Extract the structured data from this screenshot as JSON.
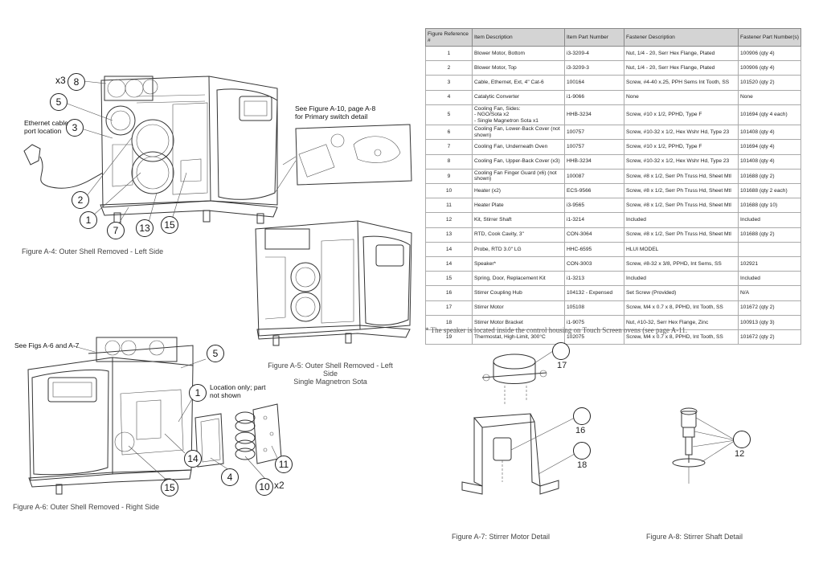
{
  "figures": {
    "a4": {
      "caption": "Figure A-4: Outer Shell Removed - Left Side",
      "callouts": [
        "8",
        "5",
        "3",
        "2",
        "1",
        "7",
        "13",
        "15"
      ],
      "x3": "x3",
      "ethernet_label": "Ethernet cable port location",
      "see_label": "See Figure A-10, page A-8 for Primary switch detail"
    },
    "a5": {
      "caption_line1": "Figure A-5: Outer Shell Removed - Left Side",
      "caption_line2": "Single Magnetron Sota"
    },
    "a6": {
      "caption": "Figure A-6: Outer Shell Removed - Right Side",
      "see_label": "See Figs A-6 and A-7",
      "location_label": "Location only; part not shown",
      "callouts": [
        "5",
        "1",
        "14",
        "15",
        "4",
        "10",
        "11"
      ],
      "x2": "x2"
    },
    "a7": {
      "caption": "Figure A-7: Stirrer Motor Detail",
      "callouts": [
        "17",
        "16",
        "18"
      ]
    },
    "a8": {
      "caption": "Figure A-8: Stirrer Shaft Detail",
      "callouts": [
        "12"
      ]
    }
  },
  "table": {
    "headers": [
      "Figure Reference #",
      "Item Description",
      "Item Part Number",
      "Fastener Description",
      "Fastener Part Number(s)"
    ],
    "rows": [
      [
        "1",
        "Blower Motor, Bottom",
        "i3-3209-4",
        "Nut, 1/4 - 20, Serr Hex Flange, Plated",
        "100906 (qty 4)"
      ],
      [
        "2",
        "Blower Motor, Top",
        "i3-3209-3",
        "Nut, 1/4 - 20, Serr Hex Flange, Plated",
        "100906 (qty 4)"
      ],
      [
        "3",
        "Cable, Ethernet, Ext, 4\" Cat-6",
        "100164",
        "Screw, #4-40 x.25, PPH Sems Int Tooth, SS",
        "101520 (qty 2)"
      ],
      [
        "4",
        "Catalytic Converter",
        "i1-9066",
        "None",
        "None"
      ],
      [
        "5",
        "Cooling Fan, Sides:\n- NGO/Sota x2\n- Single Magnetron Sota x1",
        "HHB-3234",
        "Screw, #10 x 1/2, PPHD, Type F",
        "101694 (qty 4 each)"
      ],
      [
        "6",
        "Cooling Fan, Lower-Back Cover (not shown)",
        "100757",
        "Screw, #10-32 x 1/2, Hex Wshr Hd, Type 23",
        "101408 (qty 4)"
      ],
      [
        "7",
        "Cooling Fan, Underneath Oven",
        "100757",
        "Screw, #10 x 1/2, PPHD, Type F",
        "101694 (qty 4)"
      ],
      [
        "8",
        "Cooling Fan, Upper-Back Cover (x3)",
        "HHB-3234",
        "Screw, #10-32 x 1/2, Hex Wshr Hd, Type 23",
        "101408 (qty 4)"
      ],
      [
        "9",
        "Cooling Fan Finger Guard (x6) (not shown)",
        "100087",
        "Screw, #8 x 1/2, Serr Ph Truss Hd, Sheet Mtl",
        "101688 (qty 2)"
      ],
      [
        "10",
        "Heater (x2)",
        "ECS-9566",
        "Screw, #8 x 1/2, Serr Ph Truss Hd, Sheet Mtl",
        "101688 (qty 2 each)"
      ],
      [
        "11",
        "Heater Plate",
        "i3-9565",
        "Screw, #8 x 1/2, Serr Ph Truss Hd, Sheet Mtl",
        "101688 (qty 10)"
      ],
      [
        "12",
        "Kit, Stirrer Shaft",
        "i1-3214",
        "Included",
        "Included"
      ],
      [
        "13",
        "RTD, Cook Cavity, 3\"",
        "CON-3064",
        "Screw, #8 x 1/2, Serr Ph Truss Hd, Sheet Mtl",
        "101688 (qty 2)"
      ],
      [
        "14",
        "Probe, RTD 3.0\" LG",
        "HHC-6595",
        "HLUI MODEL",
        ""
      ],
      [
        "14",
        "Speaker*",
        "CON-3003",
        "Screw, #8-32 x 3/8, PPHD, Int Sems, SS",
        "102921"
      ],
      [
        "15",
        "Spring, Door, Replacement Kit",
        "i1-3213",
        "Included",
        "Included"
      ],
      [
        "16",
        "Stirrer Coupling Hub",
        "104132 - Expensed",
        "Set Screw (Provided)",
        "N/A"
      ],
      [
        "17",
        "Stirrer Motor",
        "105108",
        "Screw, M4 x 0.7 x 8, PPHD, Int Tooth, SS",
        "101672 (qty 2)"
      ],
      [
        "18",
        "Stirrer Motor Bracket",
        "i1-9075",
        "Nut, #10-32, Serr Hex Flange, Zinc",
        "100913 (qty 3)"
      ],
      [
        "19",
        "Thermostat, High-Limit, 300°C",
        "102075",
        "Screw, M4 x 0.7 x 8, PPHD, Int Tooth, SS",
        "101672 (qty 2)"
      ]
    ],
    "footnote": "* The speaker is located inside the control housing on Touch Screen ovens (see page A-11."
  }
}
